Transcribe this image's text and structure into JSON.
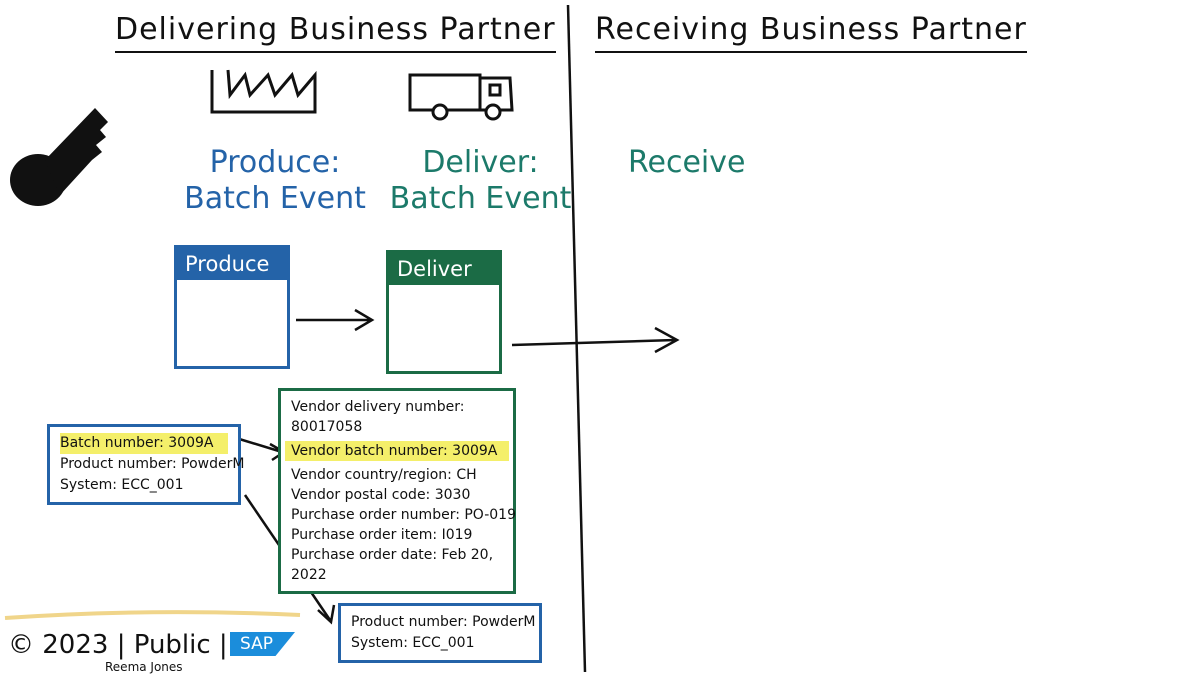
{
  "headers": {
    "delivering": "Delivering Business Partner",
    "receiving": "Receiving Business Partner"
  },
  "icons": [
    "factory-icon",
    "truck-icon",
    "key-icon"
  ],
  "stages": {
    "produce": {
      "line1": "Produce:",
      "line2": "Batch Event"
    },
    "deliver": {
      "line1": "Deliver:",
      "line2": "Batch Event"
    },
    "receive": {
      "line1": "Receive"
    }
  },
  "boxes": {
    "produce": "Produce",
    "deliver": "Deliver"
  },
  "batch_card": {
    "lines": [
      "Batch number: 3009A",
      "Product number: PowderM",
      "System: ECC_001"
    ]
  },
  "delivery_card": {
    "lines": [
      "Vendor delivery number: 80017058",
      "Vendor batch number: 3009A",
      "Vendor country/region: CH",
      "Vendor postal code: 3030",
      "Purchase order number: PO-019",
      "Purchase order item: I019",
      "Purchase order date: Feb 20, 2022"
    ]
  },
  "product_card": {
    "lines": [
      "Product number: PowderM",
      "System: ECC_001"
    ]
  },
  "footer": {
    "copyright": "© 2023 | Public |",
    "brand": "SAP",
    "author": "Reema Jones"
  },
  "colors": {
    "blue": "#2463a8",
    "green": "#1b6b45",
    "teal": "#1c7a6a",
    "highlight": "#f4ef6a",
    "sap": "#1b8ddb"
  }
}
